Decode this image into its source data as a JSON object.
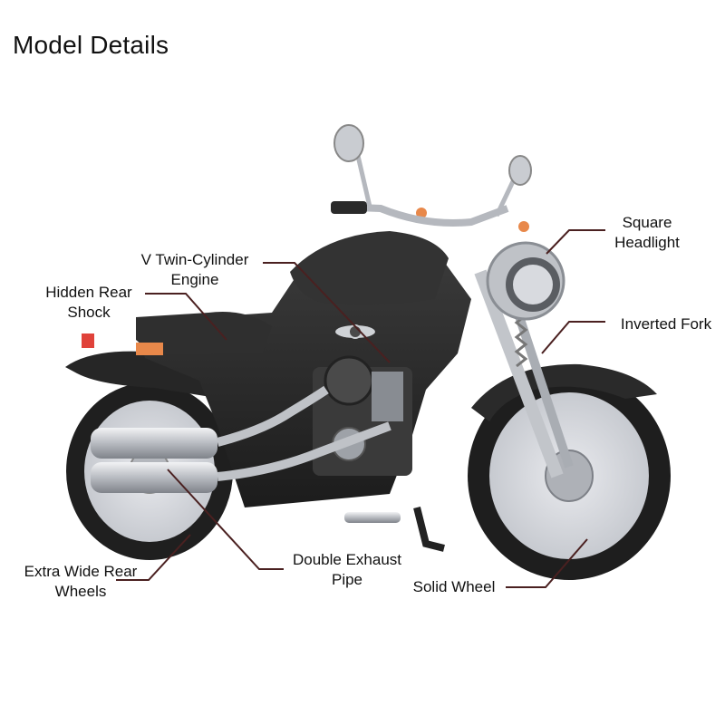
{
  "header": {
    "title": "Model Details"
  },
  "callouts": {
    "v_twin": {
      "line1": "V Twin-Cylinder",
      "line2": "Engine"
    },
    "hidden_shock": {
      "line1": "Hidden Rear",
      "line2": "Shock"
    },
    "square_headlight": {
      "line1": "Square",
      "line2": "Headlight"
    },
    "inverted_fork": {
      "line1": "Inverted Fork"
    },
    "rear_wheels": {
      "line1": "Extra Wide Rear",
      "line2": "Wheels"
    },
    "exhaust": {
      "line1": "Double Exhaust",
      "line2": "Pipe"
    },
    "solid_wheel": {
      "line1": "Solid Wheel"
    }
  },
  "icons": {
    "emblem": "winged-star-emblem-icon"
  },
  "colors": {
    "frame": "#2b2b2b",
    "chrome": "#b9bcc1",
    "wheel_disc": "#d7d9de",
    "accent": "#e8884a",
    "tire": "#1e1e1e"
  }
}
